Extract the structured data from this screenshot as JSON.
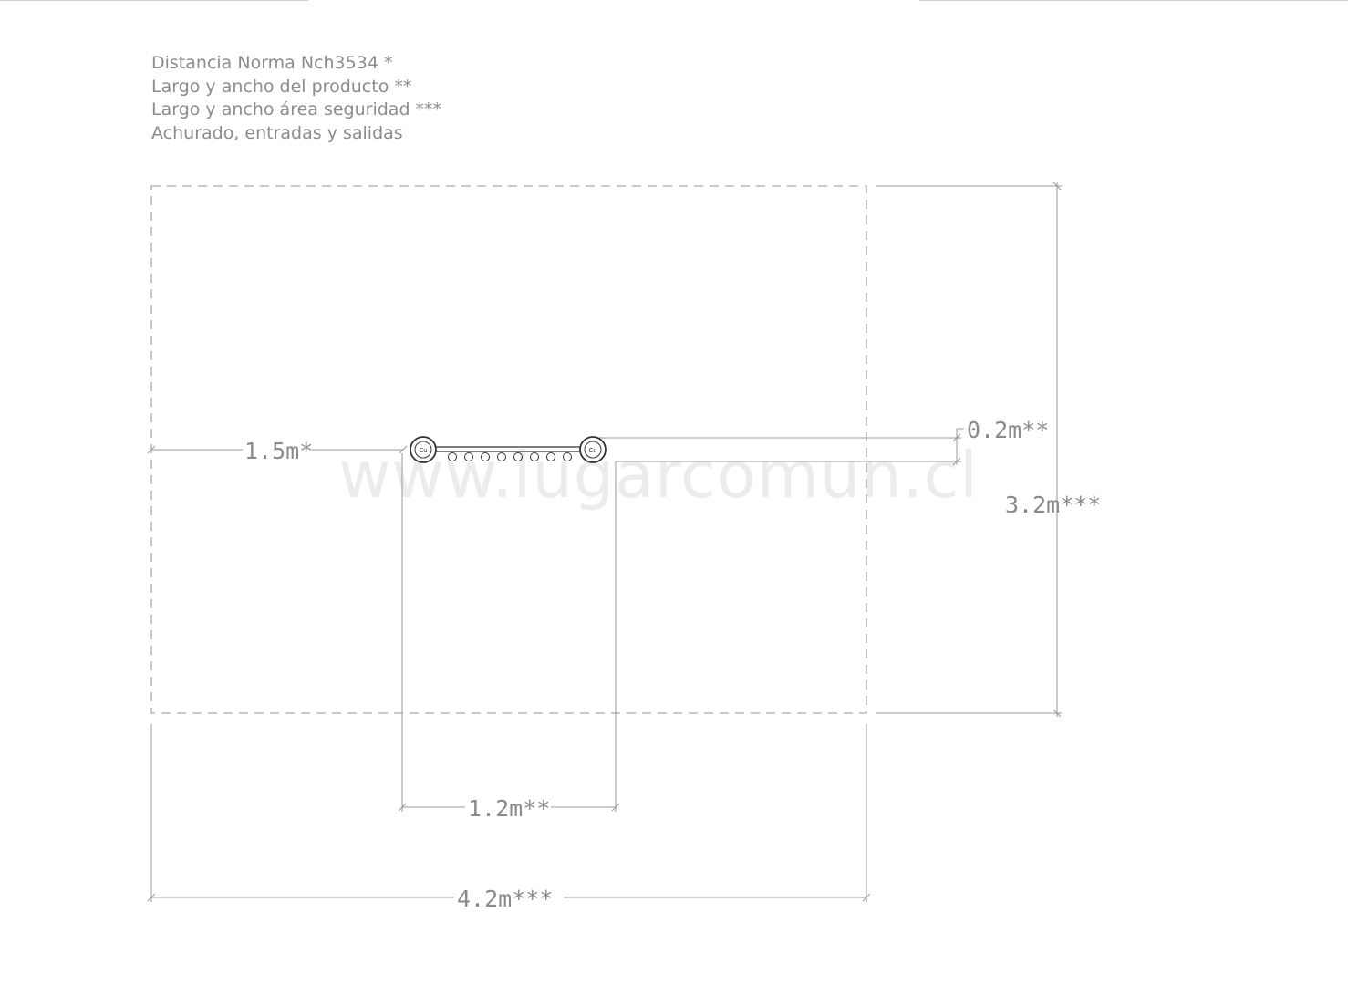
{
  "legend": [
    "Distancia Norma Nch3534 *",
    "Largo y ancho del producto **",
    "Largo y ancho área seguridad ***",
    "Achurado, entradas y salidas"
  ],
  "watermark": "www.lugarcomun.cl",
  "dimensions": {
    "norm_distance": "1.5m*",
    "product_depth": "0.2m**",
    "safety_height": "3.2m***",
    "product_length": "1.2m**",
    "safety_width": "4.2m***"
  },
  "product_logo_text": "Cu",
  "colors": {
    "line": "#9a9a9a",
    "text": "#8a8a8a",
    "watermark": "#ececec",
    "product": "#333333"
  }
}
